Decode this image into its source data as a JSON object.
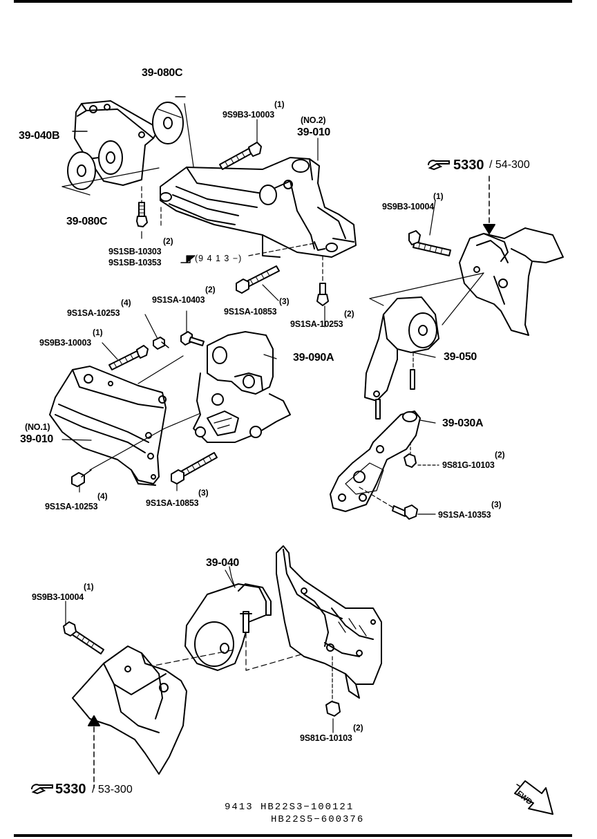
{
  "labels": {
    "p39_080C_top": "39-080C",
    "p39_040B": "39-040B",
    "p39_080C_bot": "39-080C",
    "q1_a": "(1)",
    "pn_9S9B3_10003_a": "9S9B3-10003",
    "no2": "(NO.2)",
    "p39_010_a": "39-010",
    "q2_a": "(2)",
    "pn_9S1SB_10303": "9S1SB-10303",
    "pn_9S1SB_10353": "9S1SB-10353",
    "note_9413": "(9 4 1 3 −)",
    "q2_b": "(2)",
    "pn_9S1SA_10403": "9S1SA-10403",
    "q3_a": "(3)",
    "pn_9S1SA_10853_a": "9S1SA-10853",
    "q2_c": "(2)",
    "pn_9S1SA_10253_a": "9S1SA-10253",
    "q4_a": "(4)",
    "pn_9S1SA_10253_b": "9S1SA-10253",
    "q1_b": "(1)",
    "pn_9S9B3_10003_b": "9S9B3-10003",
    "p39_090A": "39-090A",
    "no1": "(NO.1)",
    "p39_010_b": "39-010",
    "q4_b": "(4)",
    "pn_9S1SA_10253_c": "9S1SA-10253",
    "q3_b": "(3)",
    "pn_9S1SA_10853_b": "9S1SA-10853",
    "ref_5330_a": "5330",
    "ref_page_a": "/ 54-300",
    "q1_c": "(1)",
    "pn_9S9B3_10004_a": "9S9B3-10004",
    "p39_050": "39-050",
    "p39_030A": "39-030A",
    "q2_d": "(2)",
    "pn_9S81G_10103_a": "9S81G-10103",
    "q3_c": "(3)",
    "pn_9S1SA_10353": "9S1SA-10353",
    "p39_040": "39-040",
    "q1_d": "(1)",
    "pn_9S9B3_10004_b": "9S9B3-10004",
    "q2_e": "(2)",
    "pn_9S81G_10103_b": "9S81G-10103",
    "ref_5330_b": "5330",
    "ref_page_b": "/ 53-300",
    "fwd": "FWD"
  },
  "footer": {
    "line1": "9413  HB22S3−100121",
    "line2": "HB22S5−600376"
  }
}
